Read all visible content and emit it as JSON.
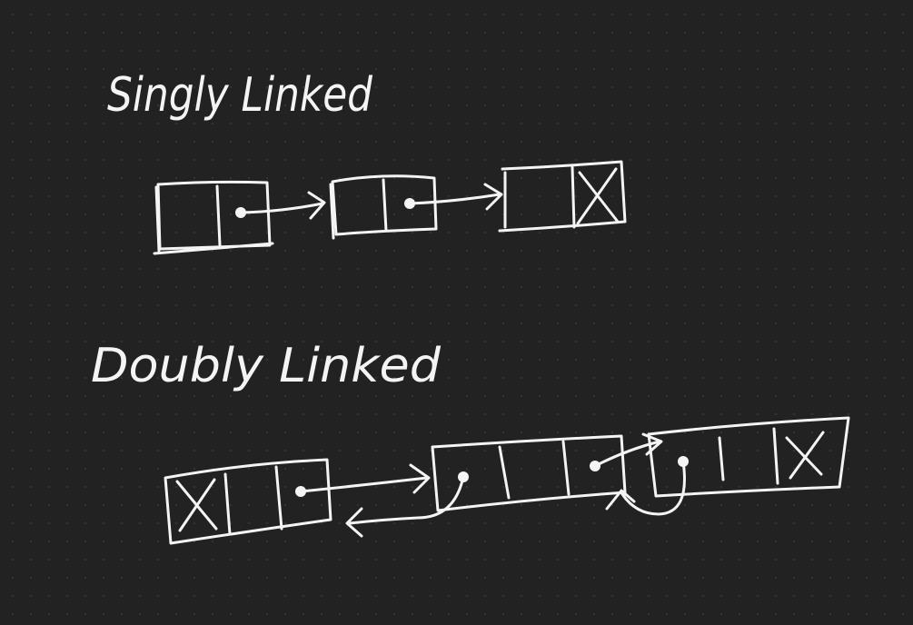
{
  "singly": {
    "title": "Singly Linked",
    "terminator": "X"
  },
  "doubly": {
    "title": "Doubly Linked",
    "head_null": "X",
    "tail_null": "X"
  },
  "colors": {
    "background": "#222222",
    "grid_dot": "#353535",
    "ink": "#f4f4f4"
  }
}
